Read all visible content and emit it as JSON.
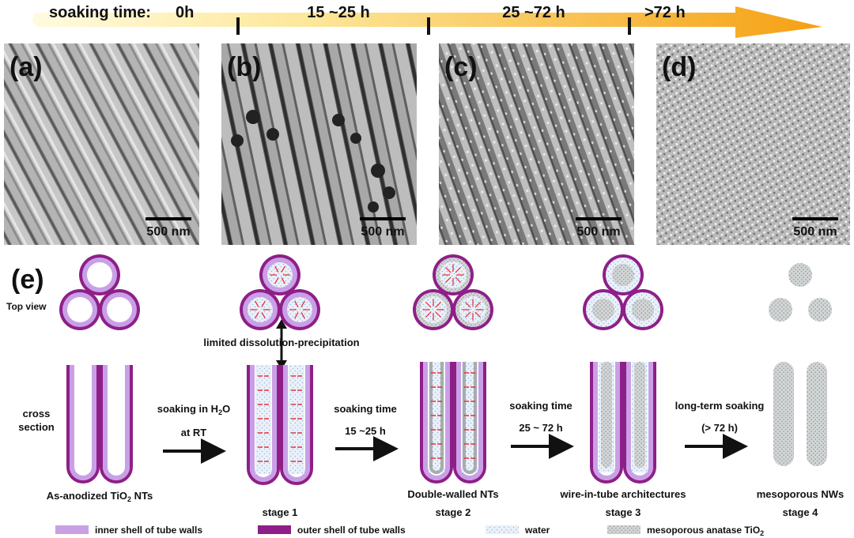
{
  "timeline": {
    "prefix": "soaking time:",
    "segments": [
      "0h",
      "15 ~25 h",
      "25 ~72 h",
      ">72 h"
    ]
  },
  "panels": [
    {
      "label": "(a)",
      "scale": "500 nm"
    },
    {
      "label": "(b)",
      "scale": "500 nm"
    },
    {
      "label": "(c)",
      "scale": "500 nm"
    },
    {
      "label": "(d)",
      "scale": "500 nm"
    }
  ],
  "schematic": {
    "label": "(e)",
    "top_view": "Top view",
    "cross_section": [
      "cross",
      "section"
    ],
    "dissolution": "limited dissolution-precipitation",
    "arrows": [
      {
        "line1": "soaking in H",
        "sub": "2",
        "line1_tail": "O",
        "line2": "at RT"
      },
      {
        "line1": "soaking time",
        "line2": "15 ~25 h"
      },
      {
        "line1": "soaking time",
        "line2": "25 ~ 72 h"
      },
      {
        "line1": "long-term soaking",
        "line2": "(> 72 h)"
      }
    ],
    "captions": [
      {
        "text": "As-anodized TiO",
        "sub": "2",
        "tail": " NTs"
      },
      {
        "text": "Double-walled NTs"
      },
      {
        "text": "wire-in-tube architectures"
      },
      {
        "text": "mesoporous NWs"
      }
    ],
    "stages": [
      "stage 1",
      "stage 2",
      "stage 3",
      "stage 4"
    ]
  },
  "legend": [
    {
      "text": "inner shell of tube walls",
      "color": "#c9a0e6"
    },
    {
      "text": "outer shell of tube walls",
      "color": "#8e1f88"
    },
    {
      "text": "water",
      "color": "#e3ecf7"
    },
    {
      "text": "mesoporous anatase TiO",
      "sub": "2",
      "color": "#cfd3d3"
    }
  ],
  "colors": {
    "inner": "#c9a0e6",
    "outer": "#8e1f88",
    "water": "#e3ecf7",
    "meso": "#cfd3d3",
    "red": "#e8242a",
    "timeline_start": "#fffbe0",
    "timeline_end": "#f5a012"
  }
}
